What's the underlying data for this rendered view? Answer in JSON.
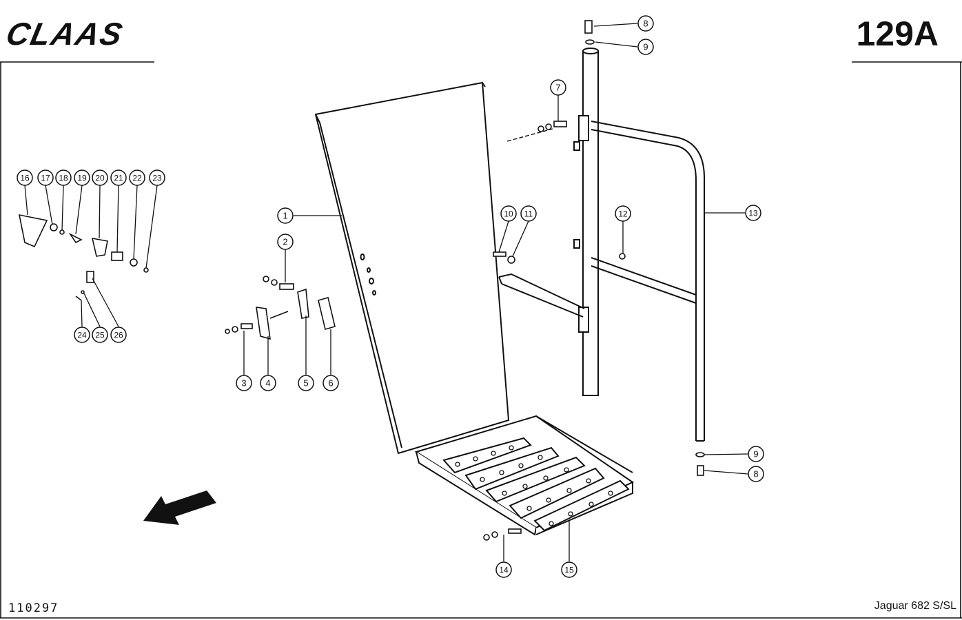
{
  "header": {
    "brand": "CLAAS",
    "page_number": "129A"
  },
  "footer": {
    "drawing_number": "110297",
    "model": "Jaguar 682 S/SL"
  },
  "callouts": [
    {
      "label": "1"
    },
    {
      "label": "2"
    },
    {
      "label": "3"
    },
    {
      "label": "4"
    },
    {
      "label": "5"
    },
    {
      "label": "6"
    },
    {
      "label": "7"
    },
    {
      "label": "8"
    },
    {
      "label": "9"
    },
    {
      "label": "10"
    },
    {
      "label": "11"
    },
    {
      "label": "12"
    },
    {
      "label": "13"
    },
    {
      "label": "9"
    },
    {
      "label": "8"
    },
    {
      "label": "14"
    },
    {
      "label": "15"
    },
    {
      "label": "16"
    },
    {
      "label": "17"
    },
    {
      "label": "18"
    },
    {
      "label": "19"
    },
    {
      "label": "20"
    },
    {
      "label": "21"
    },
    {
      "label": "22"
    },
    {
      "label": "23"
    },
    {
      "label": "24"
    },
    {
      "label": "25"
    },
    {
      "label": "26"
    }
  ]
}
